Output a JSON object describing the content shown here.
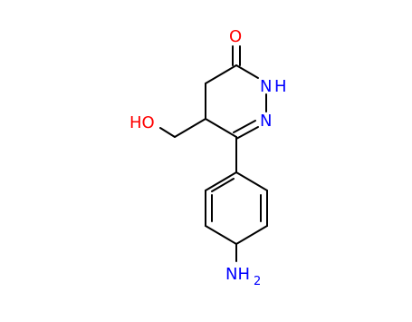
{
  "molecule": {
    "atoms": {
      "O": "O",
      "NH": "N",
      "H": "H",
      "N": "N",
      "HO": "HO",
      "NH2_N": "NH",
      "NH2_sub": "2"
    }
  },
  "colors": {
    "bond": "#000000",
    "oxygen": "#ff0000",
    "nitrogen": "#0000ff",
    "background": "#ffffff"
  }
}
